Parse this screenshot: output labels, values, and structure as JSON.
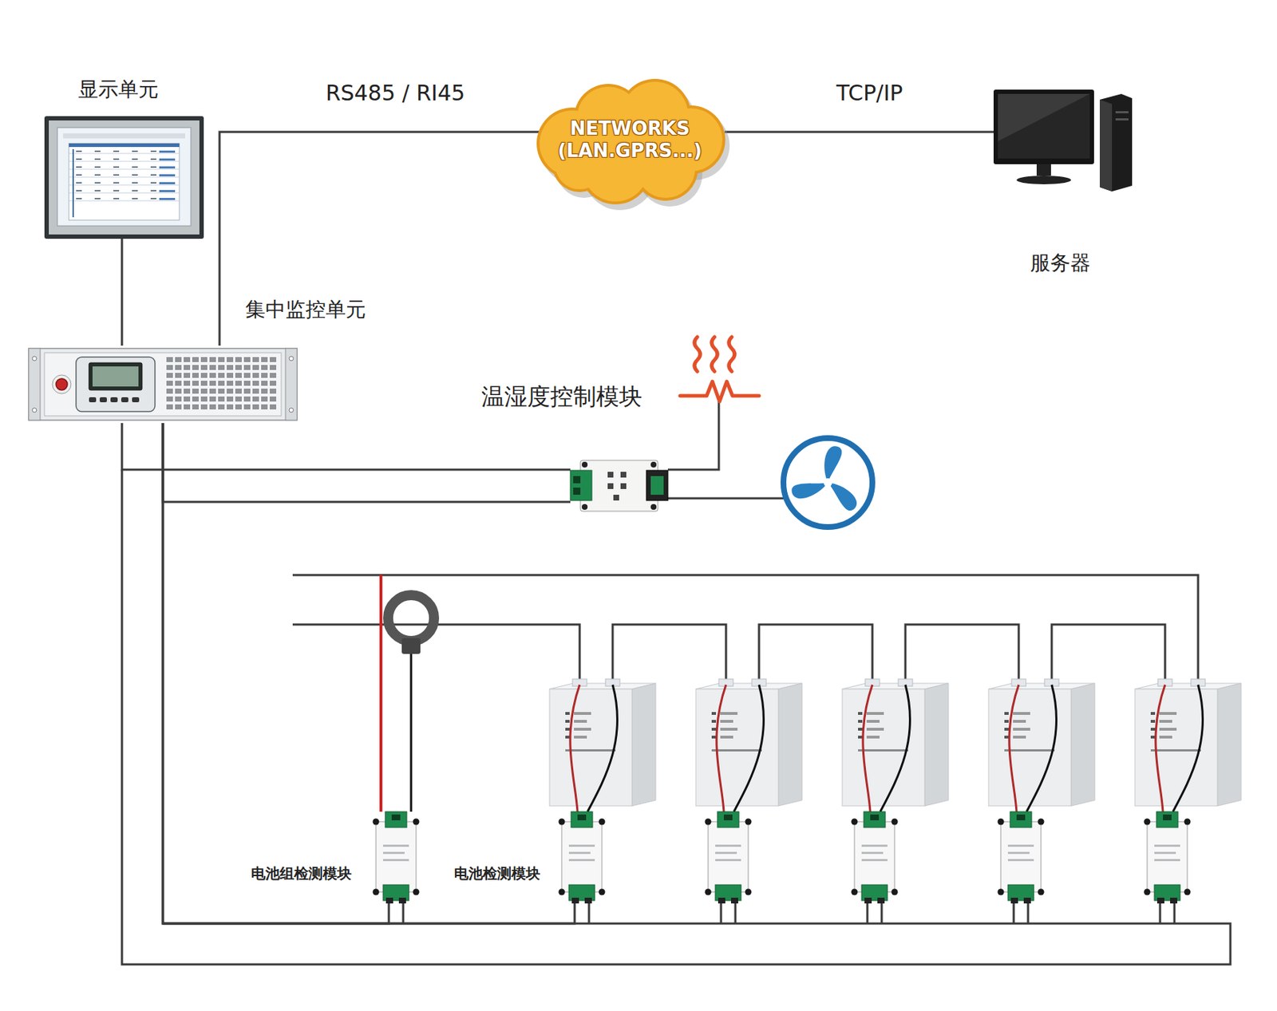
{
  "diagram": {
    "nodes": [
      {
        "text": [
          "显示单元"
        ]
      },
      {
        "text": [
          "NETWORKS (LAN.GPRS...)"
        ]
      },
      {
        "text": [
          "服务器"
        ]
      },
      {
        "text": [
          "集中监控单元"
        ]
      },
      {
        "text": [
          "温湿度控制模块"
        ]
      },
      {
        "text": [
          "电池组检测模块"
        ]
      },
      {
        "text": [
          "电池检测模块"
        ]
      }
    ],
    "edges": [
      {
        "from": 0,
        "to": 3,
        "arrow": "none"
      },
      {
        "from": 3,
        "to": 1,
        "label": "RS485 / RI45",
        "arrow": "none"
      },
      {
        "from": 1,
        "to": 2,
        "label": "TCP/IP",
        "arrow": "none"
      },
      {
        "from": 3,
        "to": 4,
        "arrow": "none"
      },
      {
        "from": 3,
        "to": 4,
        "arrow": "none"
      },
      {
        "from": 3,
        "to": 5,
        "arrow": "none"
      },
      {
        "from": 3,
        "to": 6,
        "arrow": "none"
      }
    ]
  }
}
